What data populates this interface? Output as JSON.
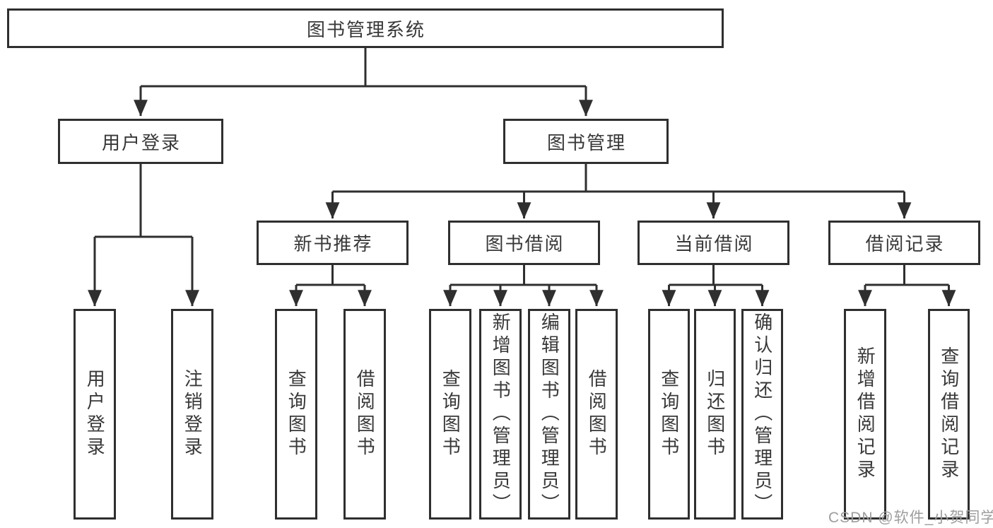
{
  "tree": {
    "root": {
      "label": "图书管理系统"
    },
    "children": [
      {
        "label": "用户登录",
        "children": [
          {
            "label": "用户登录"
          },
          {
            "label": "注销登录"
          }
        ]
      },
      {
        "label": "图书管理",
        "children": [
          {
            "label": "新书推荐",
            "children": [
              {
                "label": "查询图书"
              },
              {
                "label": "借阅图书"
              }
            ]
          },
          {
            "label": "图书借阅",
            "children": [
              {
                "label": "查询图书"
              },
              {
                "label": "新增图书（管理员）"
              },
              {
                "label": "编辑图书（管理员）"
              },
              {
                "label": "借阅图书"
              }
            ]
          },
          {
            "label": "当前借阅",
            "children": [
              {
                "label": "查询图书"
              },
              {
                "label": "归还图书"
              },
              {
                "label": "确认归还（管理员）"
              }
            ]
          },
          {
            "label": "借阅记录",
            "children": [
              {
                "label": "新增借阅记录"
              },
              {
                "label": "查询借阅记录"
              }
            ]
          }
        ]
      }
    ]
  },
  "watermark": {
    "text": "CSDN @软件_小贺同学"
  },
  "colors": {
    "line": "#2f2f2f",
    "text": "#383838",
    "watermark": "#9d9d9d",
    "background": "#ffffff"
  }
}
